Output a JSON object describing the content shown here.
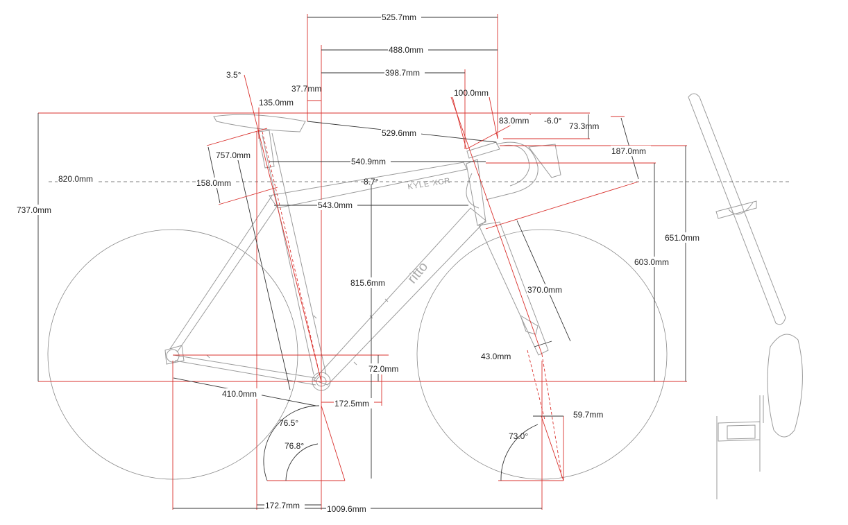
{
  "frame": {
    "downtube_text": "KYLE XCR",
    "brand_text": "ritto"
  },
  "dimensions": {
    "d525": "525.7mm",
    "d488": "488.0mm",
    "d398": "398.7mm",
    "d37": "37.7mm",
    "d35deg": "3.5°",
    "d135": "135.0mm",
    "d100": "100.0mm",
    "d83": "83.0mm",
    "dneg6": "-6.0°",
    "d733": "73.3mm",
    "d529": "529.6mm",
    "d187": "187.0mm",
    "d757": "757.0mm",
    "d5409": "540.9mm",
    "d820": "820.0mm",
    "d158": "158.0mm",
    "d87deg": "8.7°",
    "d543": "543.0mm",
    "d737": "737.0mm",
    "d651": "651.0mm",
    "d603": "603.0mm",
    "d815": "815.6mm",
    "d370": "370.0mm",
    "d43": "43.0mm",
    "d72": "72.0mm",
    "d410": "410.0mm",
    "d1725": "172.5mm",
    "d765deg": "76.5°",
    "d768deg": "76.8°",
    "d73deg": "73.0°",
    "d597": "59.7mm",
    "d1727": "172.7mm",
    "d1009": "1009.6mm"
  }
}
